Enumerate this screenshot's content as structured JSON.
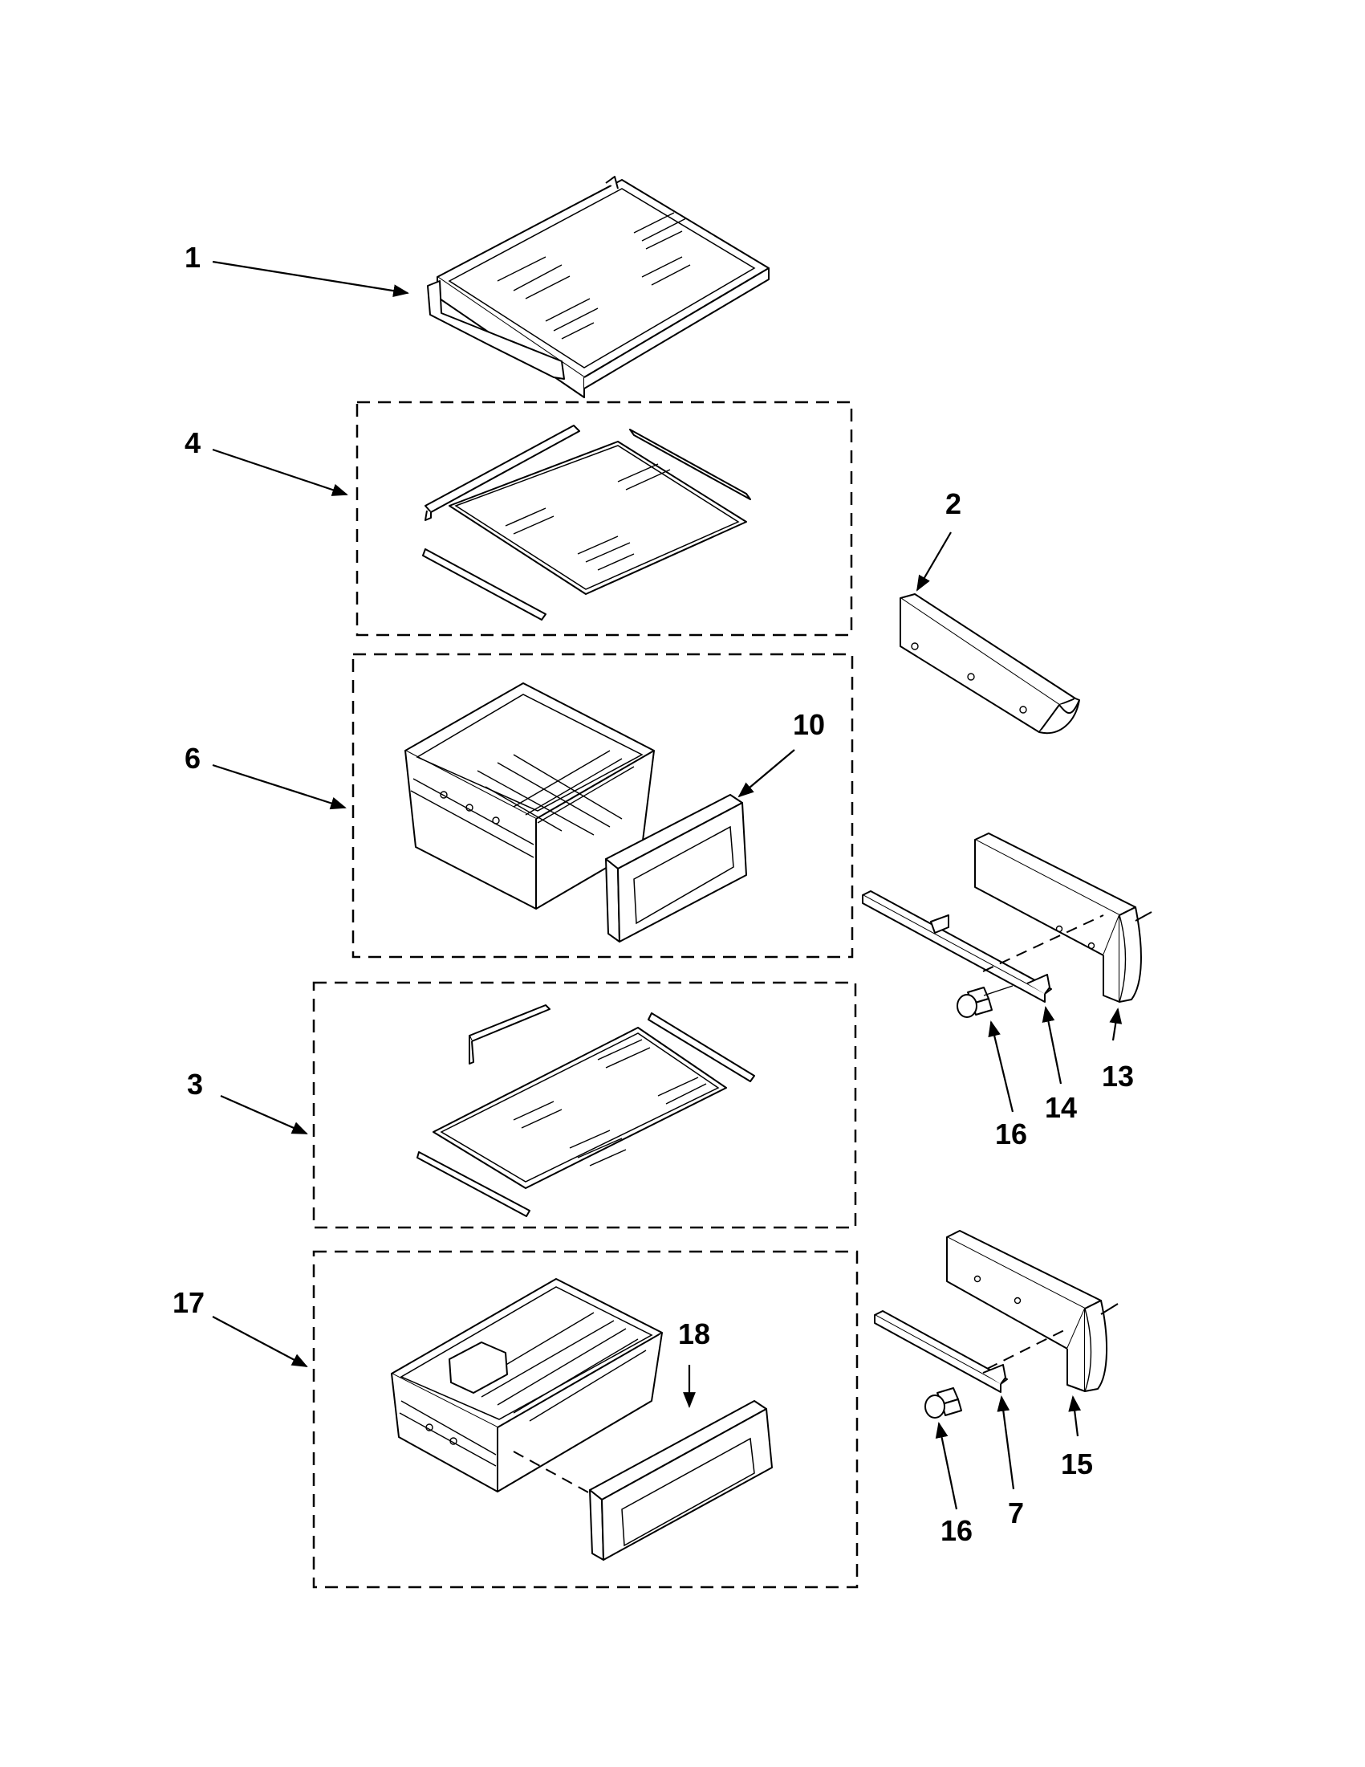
{
  "callouts": {
    "c1": "1",
    "c2": "2",
    "c3": "3",
    "c4": "4",
    "c6": "6",
    "c7": "7",
    "c10": "10",
    "c13": "13",
    "c14": "14",
    "c15": "15",
    "c16a": "16",
    "c16b": "16",
    "c17": "17",
    "c18": "18"
  }
}
